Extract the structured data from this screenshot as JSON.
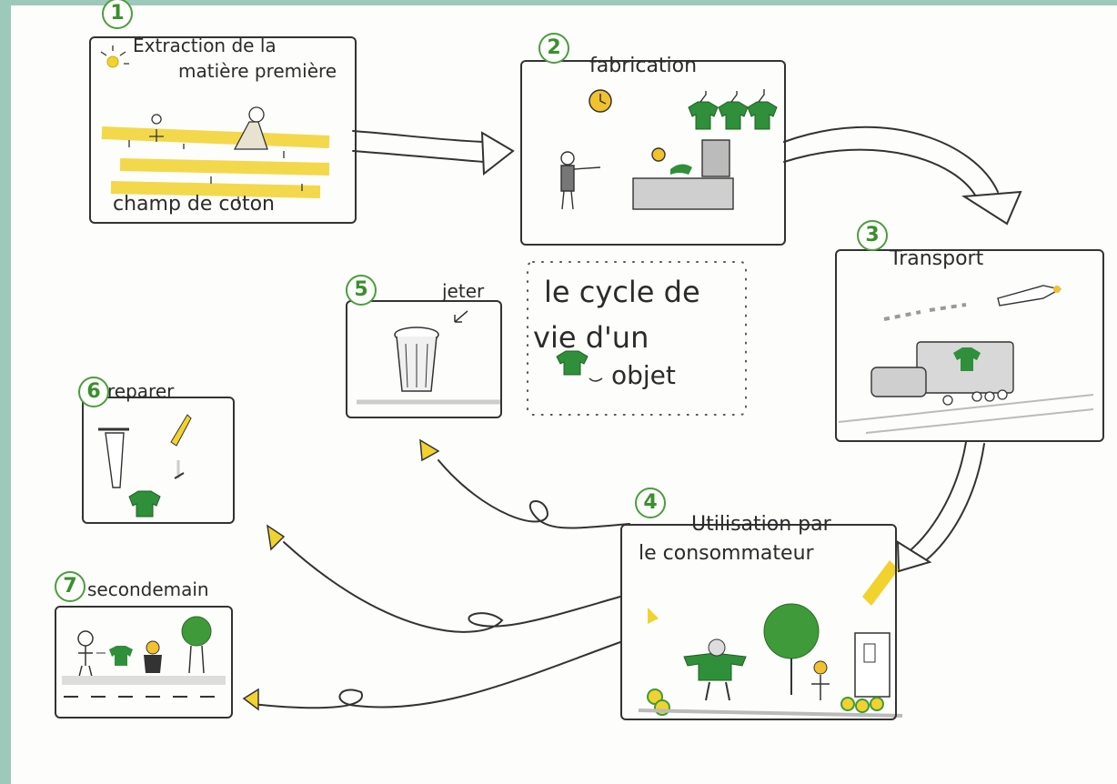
{
  "title": {
    "line1": "le cycle de",
    "line2": "vie d'un",
    "line3": "objet"
  },
  "steps": [
    {
      "number": "1",
      "label_line1": "Extraction de la",
      "label_line2": "matière première",
      "caption": "champ de coton"
    },
    {
      "number": "2",
      "label": "fabrication"
    },
    {
      "number": "3",
      "label": "Transport"
    },
    {
      "number": "4",
      "label_line1": "Utilisation par",
      "label_line2": "le consommateur"
    },
    {
      "number": "5",
      "label": "jeter"
    },
    {
      "number": "6",
      "label": "reparer"
    },
    {
      "number": "7",
      "label": "secondemain"
    }
  ],
  "colors": {
    "shirt": "#2f8f3a",
    "highlight": "#f2d22e",
    "number_ring": "#4a9e3c"
  }
}
